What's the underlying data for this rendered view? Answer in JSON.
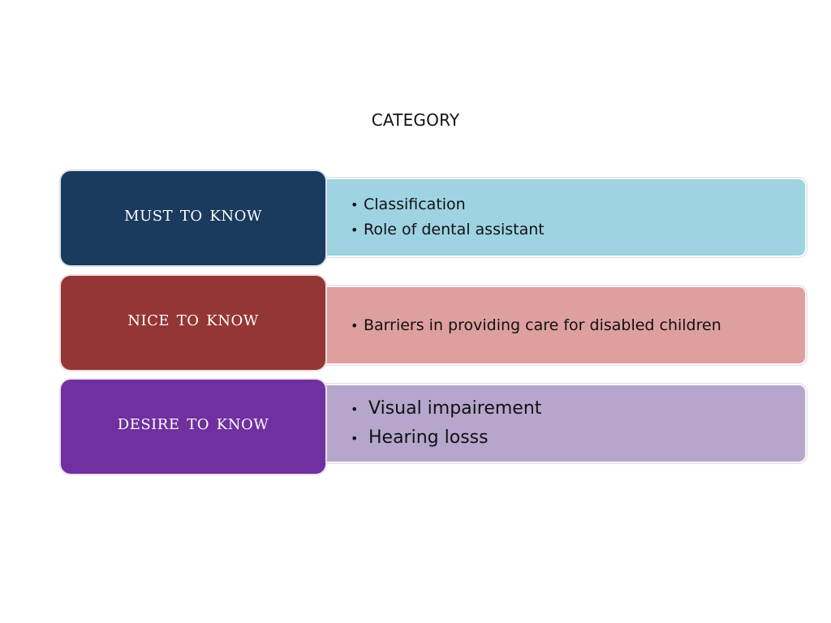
{
  "slide": {
    "title": "CATEGORY"
  },
  "rows": [
    {
      "label": "MUST TO KNOW",
      "label_color": "#1a3a5e",
      "content_color": "#9ed3e2",
      "items": [
        "Classification",
        "Role of dental assistant"
      ]
    },
    {
      "label": "NICE TO KNOW",
      "label_color": "#943634",
      "content_color": "#dea09f",
      "items": [
        "Barriers in providing care for disabled children"
      ]
    },
    {
      "label": "DESIRE TO KNOW",
      "label_color": "#7030a0",
      "content_color": "#b6a6cc",
      "items": [
        "Visual impairement",
        "Hearing losss"
      ]
    }
  ]
}
